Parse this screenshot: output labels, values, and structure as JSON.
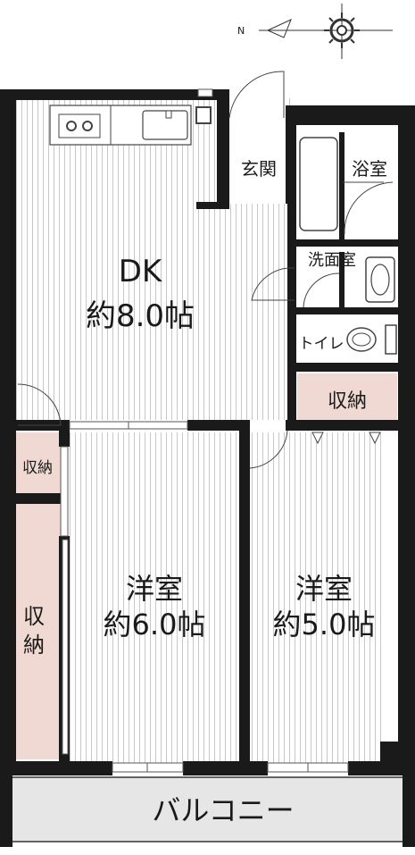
{
  "compass": {
    "north_label": "N"
  },
  "rooms": {
    "dk": {
      "name": "DK",
      "size": "約8.0帖"
    },
    "genkan": {
      "name": "玄関"
    },
    "bath": {
      "name": "浴室"
    },
    "washroom": {
      "name": "洗面室"
    },
    "toilet": {
      "name": "トイレ"
    },
    "storage_right": {
      "name": "収納"
    },
    "storage_small_left": {
      "name": "収納"
    },
    "storage_tall_left": {
      "line1": "収",
      "line2": "納"
    },
    "western_left": {
      "name": "洋室",
      "size": "約6.0帖"
    },
    "western_right": {
      "name": "洋室",
      "size": "約5.0帖"
    },
    "balcony": {
      "name": "バルコニー"
    }
  },
  "colors": {
    "wall": "#1a1a1a",
    "storage_fill": "#f0d9d2",
    "balcony_fill": "#e6e6e6",
    "floor_line": "#c8c8c8"
  }
}
